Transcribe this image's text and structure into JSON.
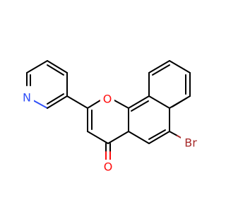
{
  "molecule": {
    "atoms": {
      "o_ring": {
        "symbol": "O",
        "color": "#ff0d0d"
      },
      "o_carbonyl": {
        "symbol": "O",
        "color": "#ff0d0d"
      },
      "n_pyridine": {
        "symbol": "N",
        "color": "#3050f8"
      },
      "br": {
        "symbol": "Br",
        "color": "#a62929"
      }
    },
    "bond_color": "#000000"
  }
}
